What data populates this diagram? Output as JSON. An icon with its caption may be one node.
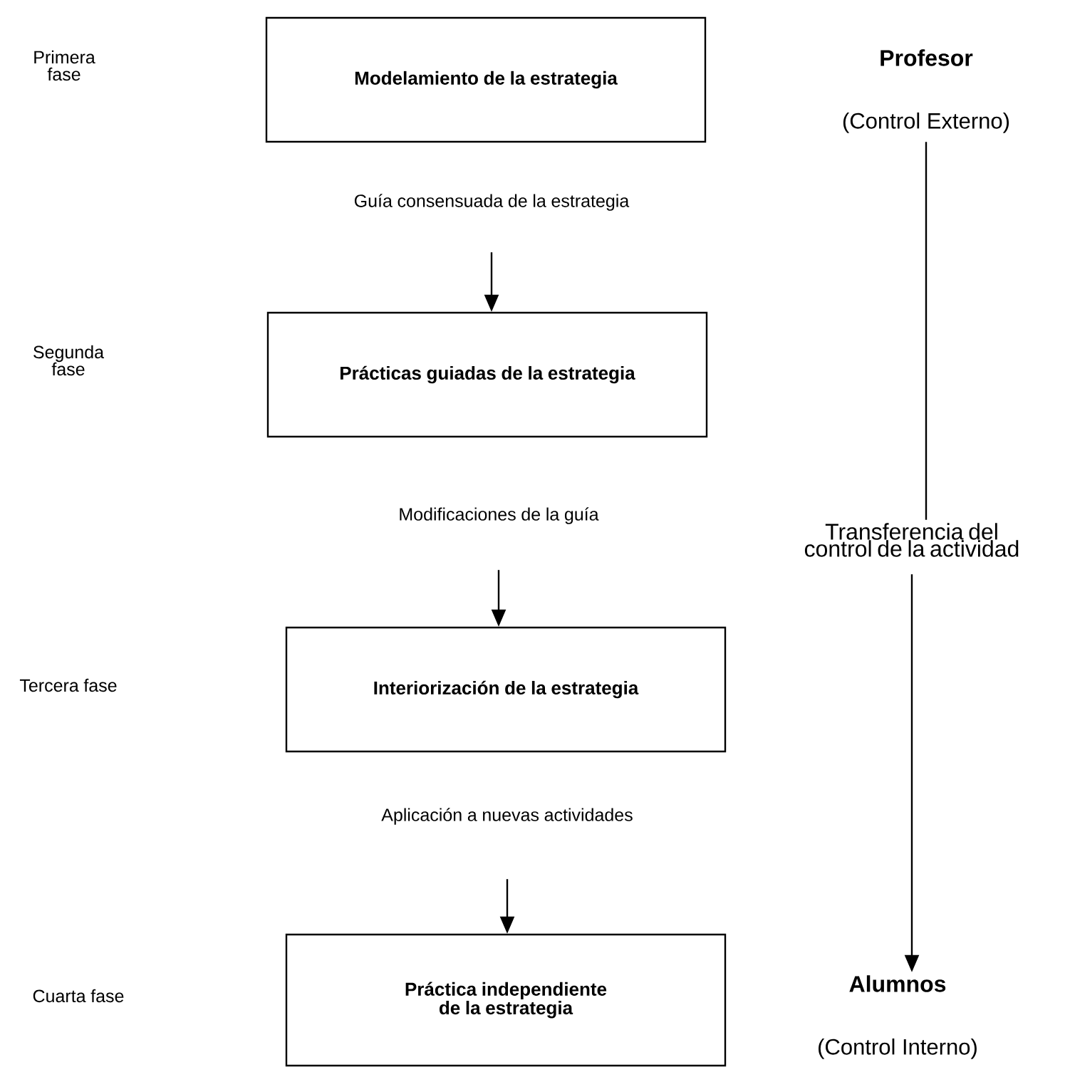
{
  "diagram": {
    "nodes": [
      {
        "text": [
          "Modelamiento de la estrategia"
        ]
      },
      {
        "text": [
          "Guía consensuada de la estrategia"
        ]
      },
      {
        "text": [
          "Prácticas guiadas de la estrategia"
        ]
      },
      {
        "text": [
          "Modificaciones de la guía"
        ]
      },
      {
        "text": [
          "Interiorización de la estrategia"
        ]
      },
      {
        "text": [
          "Aplicación a nuevas actividades"
        ]
      },
      {
        "text": [
          "Práctica independiente de la estrategia"
        ]
      },
      {
        "text": [
          "Profesor",
          "(Control Externo)"
        ]
      },
      {
        "text": [
          "Transferencia del control de la actividad"
        ]
      },
      {
        "text": [
          "Alumnos",
          "(Control Interno)"
        ]
      }
    ],
    "edges": [
      {
        "from": 1,
        "to": 2,
        "arrow": "to"
      },
      {
        "from": 3,
        "to": 4,
        "arrow": "to"
      },
      {
        "from": 5,
        "to": 6,
        "arrow": "to"
      },
      {
        "from": 7,
        "to": 8,
        "arrow": "none"
      },
      {
        "from": 8,
        "to": 9,
        "arrow": "to"
      }
    ],
    "labels": [
      "Primera fase",
      "Segunda fase",
      "Tercera fase",
      "Cuarta fase"
    ]
  }
}
